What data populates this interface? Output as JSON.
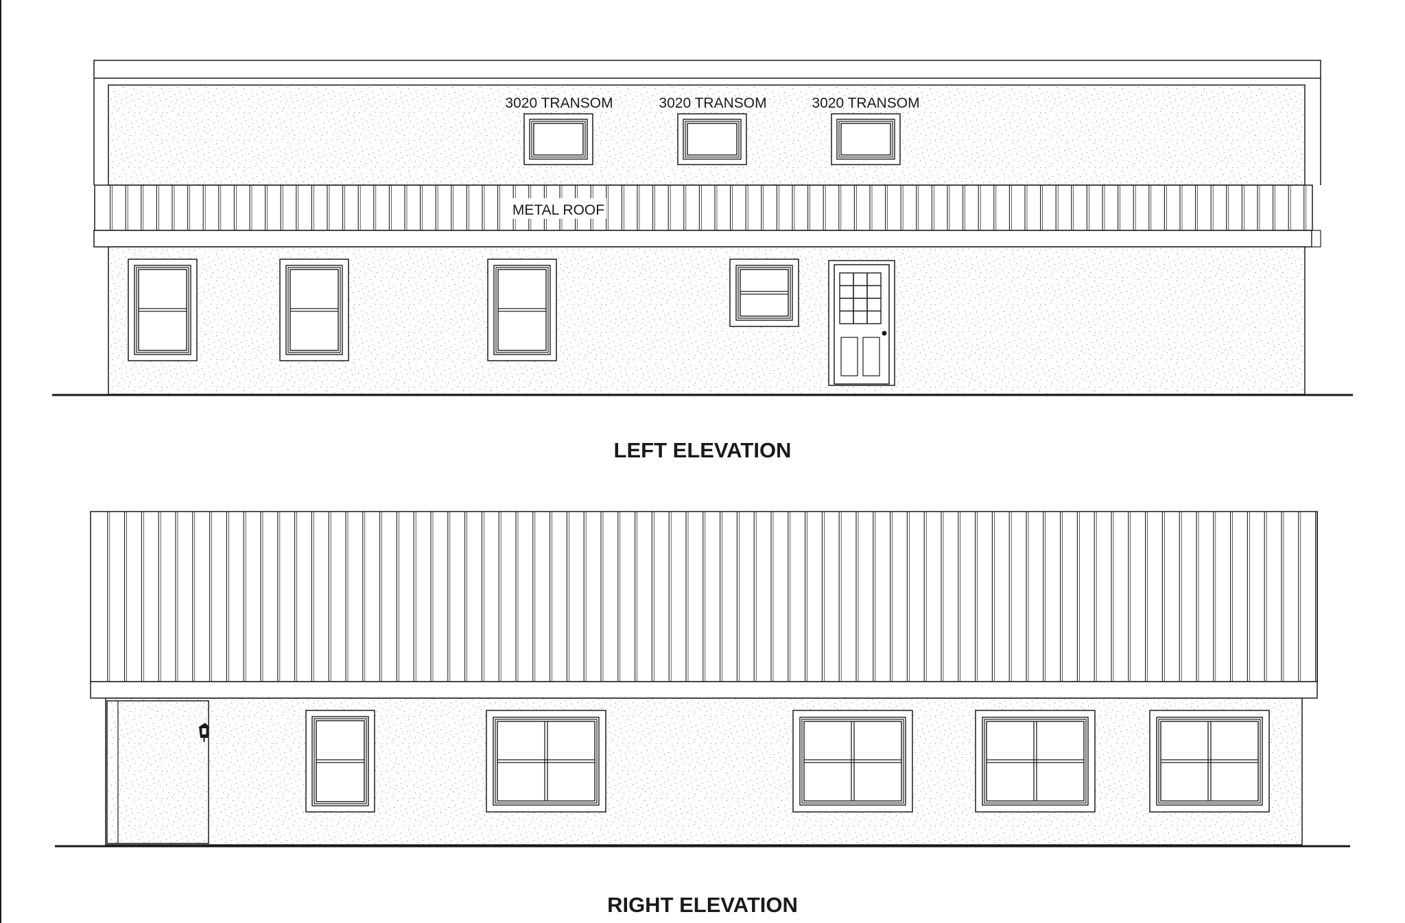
{
  "left_elevation": {
    "title": "LEFT ELEVATION",
    "transom_labels": [
      "3020 TRANSOM",
      "3020 TRANSOM",
      "3020 TRANSOM"
    ],
    "roof_label": "METAL ROOF"
  },
  "right_elevation": {
    "title": "RIGHT ELEVATION"
  },
  "colors": {
    "line": "#1a1a1a",
    "stucco_speckle": "#8a8a8a",
    "background": "#ffffff"
  }
}
